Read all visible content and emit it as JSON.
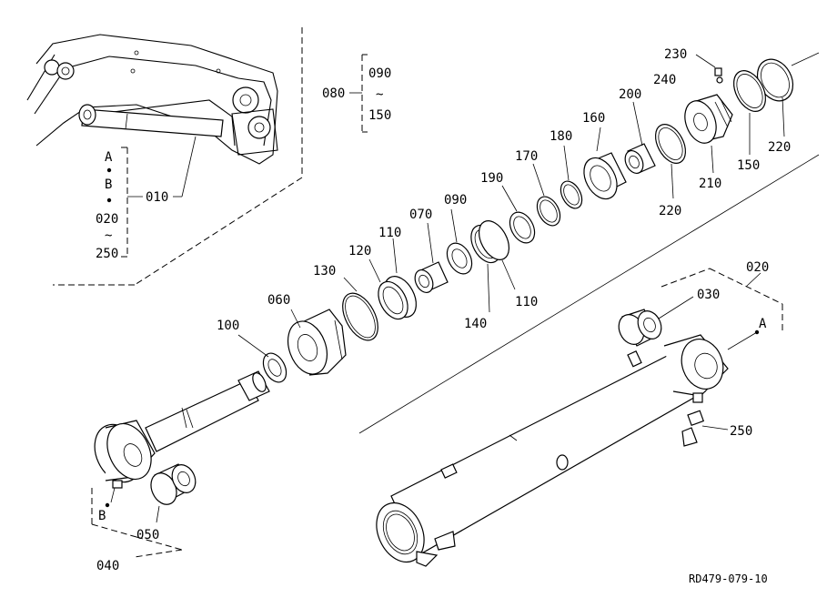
{
  "inset": {
    "letter_a": "A",
    "letter_b": "B",
    "range_start": "020",
    "range_tilde": "~",
    "range_end": "250",
    "assembly_label": "010"
  },
  "seal_kit": {
    "label": "080",
    "range_start": "090",
    "range_tilde": "~",
    "range_end": "150"
  },
  "parts": {
    "p020": "020",
    "p030": "030",
    "p040": "040",
    "p050": "050",
    "p060": "060",
    "p070": "070",
    "p090": "090",
    "p100": "100",
    "p110a": "110",
    "p110b": "110",
    "p120": "120",
    "p130": "130",
    "p140": "140",
    "p150": "150",
    "p160": "160",
    "p170": "170",
    "p180": "180",
    "p190": "190",
    "p200": "200",
    "p210": "210",
    "p220a": "220",
    "p220b": "220",
    "p230": "230",
    "p240": "240",
    "p250": "250",
    "point_a": "A",
    "point_b": "B"
  },
  "drawing_code": "RD479-079-10"
}
